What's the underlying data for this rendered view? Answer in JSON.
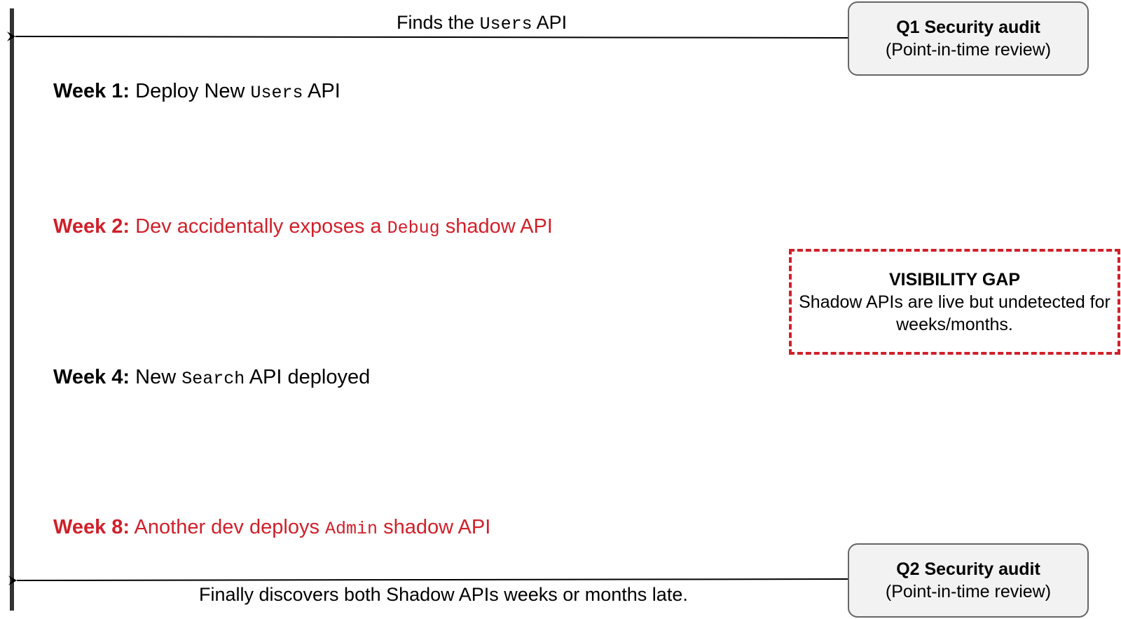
{
  "top_arrow": {
    "prefix": "Finds the",
    "code": "Users",
    "suffix": "API"
  },
  "bottom_arrow": {
    "label": "Finally discovers both Shadow APIs weeks or months late."
  },
  "events": [
    {
      "label": "Week 1:",
      "prefix": "Deploy New",
      "code": "Users",
      "suffix": "API",
      "shadow": false
    },
    {
      "label": "Week 2:",
      "prefix": "Dev accidentally exposes a",
      "code": "Debug",
      "suffix": "shadow API",
      "shadow": true
    },
    {
      "label": "Week 4:",
      "prefix": "New",
      "code": "Search",
      "suffix": "API deployed",
      "shadow": false
    },
    {
      "label": "Week 8:",
      "prefix": "Another dev deploys",
      "code": "Admin",
      "suffix": "shadow API",
      "shadow": true
    }
  ],
  "audits": {
    "q1": {
      "title": "Q1 Security audit",
      "subtitle": "(Point-in-time review)"
    },
    "q2": {
      "title": "Q2 Security audit",
      "subtitle": "(Point-in-time review)"
    }
  },
  "gap": {
    "title": "VISIBILITY GAP",
    "body_line1": "Shadow APIs are live but undetected for",
    "body_line2": "weeks/months."
  },
  "colors": {
    "shadow_red": "#d0202a",
    "timeline": "#333333",
    "audit_fill": "#f2f2f2",
    "audit_border": "#666666"
  }
}
